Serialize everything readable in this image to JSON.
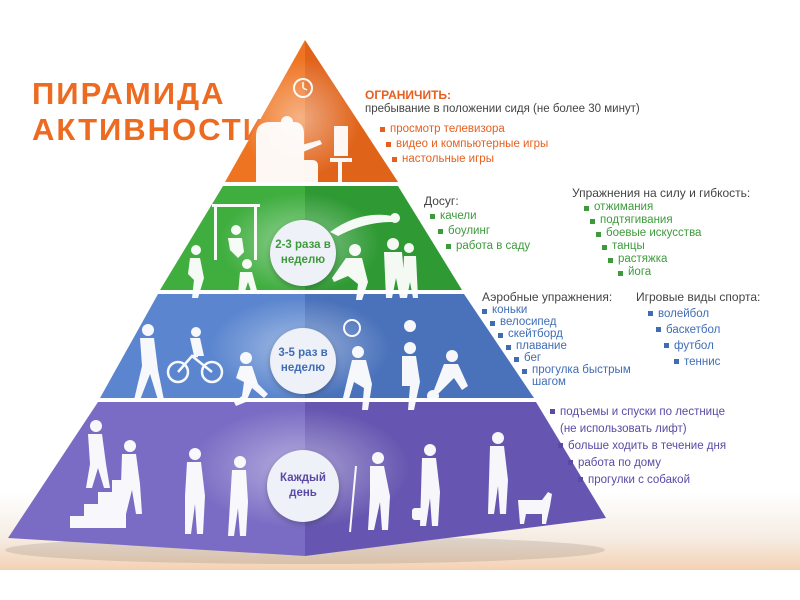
{
  "title": {
    "line1": "ПИРАМИДА",
    "line2": "АКТИВНОСТИ"
  },
  "colors": {
    "orange": "#ef7421",
    "green": "#3fae3f",
    "blue": "#4e7ac4",
    "purple": "#6c5fb8",
    "title": "#ec6b20"
  },
  "level1": {
    "header": "ОГРАНИЧИТЬ:",
    "subheader": "пребывание в положении сидя (не более 30 минут)",
    "items": [
      "просмотр телевизора",
      "видео и компьютерные игры",
      "настольные игры"
    ],
    "icons": [
      "clock-icon",
      "armchair-person-icon",
      "tv-stand-icon"
    ]
  },
  "level2": {
    "badge": "2-3 раза в неделю",
    "leisure": {
      "header": "Досуг:",
      "items": [
        "качели",
        "боулинг",
        "работа в саду"
      ]
    },
    "strength": {
      "header": "Упражнения на силу и гибкость:",
      "items": [
        "отжимания",
        "подтягивания",
        "боевые искусства",
        "танцы",
        "растяжка",
        "йога"
      ]
    },
    "icons": [
      "swing-icon",
      "bowling-icon",
      "gardening-icon",
      "yoga-icon",
      "martial-arts-icon",
      "dancing-icon"
    ]
  },
  "level3": {
    "badge": "3-5 раз в неделю",
    "aerobic": {
      "header": "Аэробные упражнения:",
      "items": [
        "коньки",
        "велосипед",
        "скейтборд",
        "плавание",
        "бег",
        "прогулка быстрым",
        "шагом"
      ]
    },
    "games": {
      "header": "Игровые виды спорта:",
      "items": [
        "волейбол",
        "баскетбол",
        "футбол",
        "теннис"
      ]
    },
    "icons": [
      "skating-icon",
      "cycling-icon",
      "running-icon",
      "tennis-icon",
      "basketball-icon",
      "football-icon"
    ]
  },
  "level4": {
    "badge": "Каждый день",
    "items": [
      "подъемы и спуски по лестнице",
      "(не использовать лифт)",
      "больше ходить в течение дня",
      "работа по дому",
      "прогулки с собакой"
    ],
    "icons": [
      "stairs-icon",
      "walking-icon",
      "sweeping-icon",
      "vacuum-icon",
      "dog-walking-icon"
    ]
  }
}
